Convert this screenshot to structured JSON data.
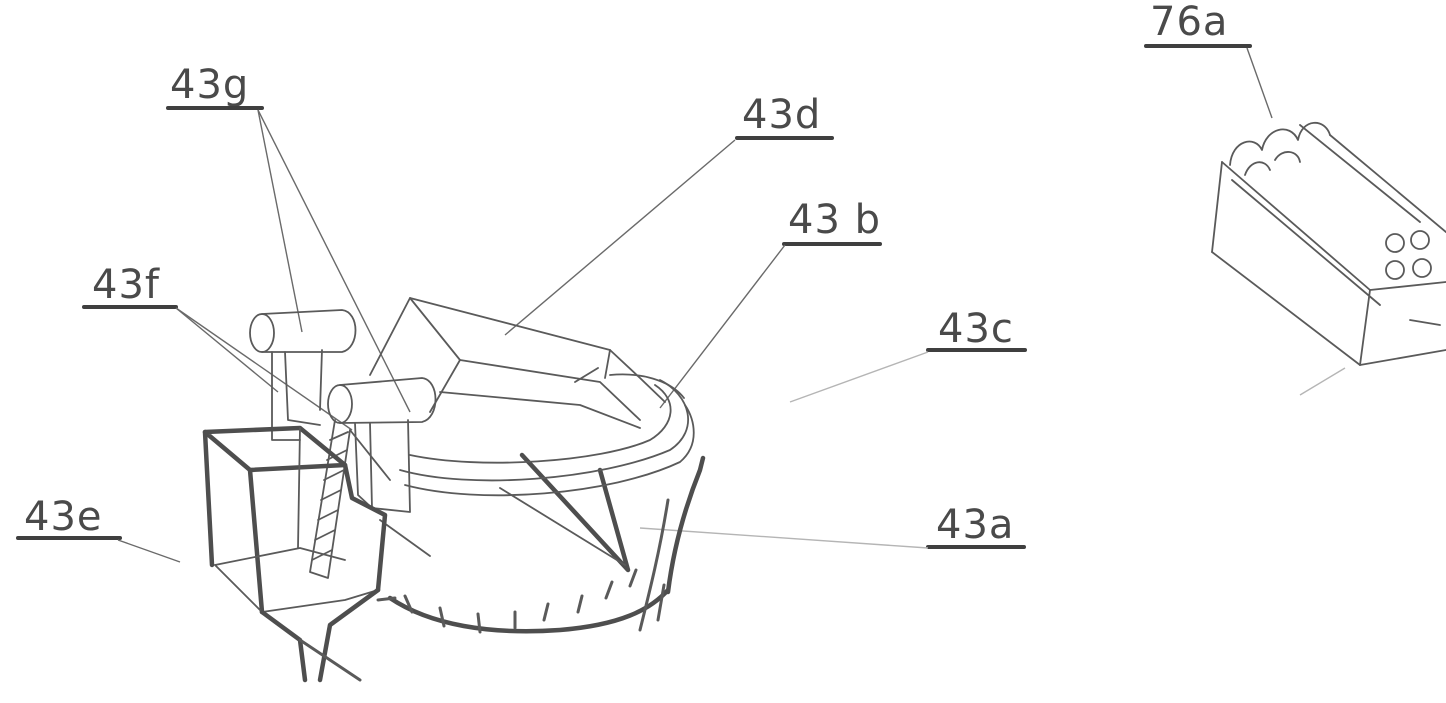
{
  "figure": {
    "labels": {
      "l43g": "43g",
      "l43d": "43d",
      "l43b": "43 b",
      "l43f": "43f",
      "l43c": "43c",
      "l43e": "43e",
      "l43a": "43a",
      "l76a": "76a"
    }
  }
}
